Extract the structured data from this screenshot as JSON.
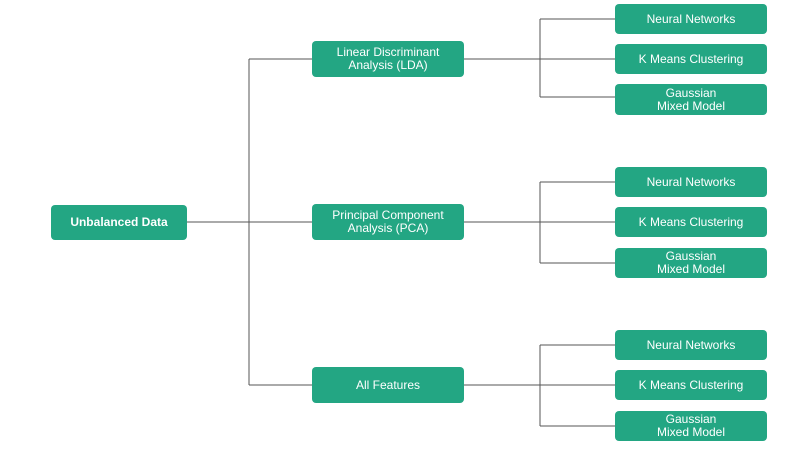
{
  "root": {
    "label": "Unbalanced Data"
  },
  "branches": [
    {
      "label": "Linear Discriminant\nAnalysis (LDA)",
      "leaves": [
        "Neural Networks",
        "K Means Clustering",
        "Gaussian\nMixed Model"
      ]
    },
    {
      "label": "Principal Component\nAnalysis (PCA)",
      "leaves": [
        "Neural Networks",
        "K Means Clustering",
        "Gaussian\nMixed Model"
      ]
    },
    {
      "label": "All Features",
      "leaves": [
        "Neural Networks",
        "K Means Clustering",
        "Gaussian\nMixed Model"
      ]
    }
  ],
  "colors": {
    "node": "#23a683",
    "line": "#555555",
    "text": "#ffffff"
  }
}
